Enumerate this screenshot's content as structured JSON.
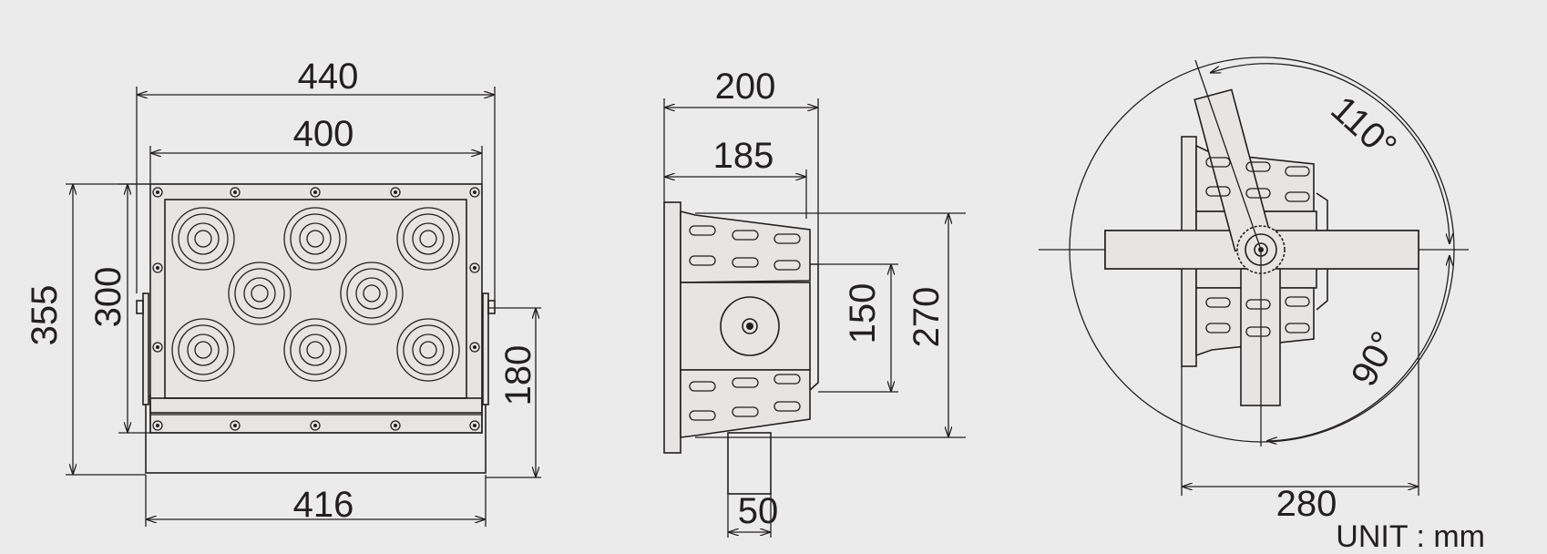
{
  "views": {
    "front": {
      "width_outer": "440",
      "width_inner": "400",
      "height_outer": "355",
      "height_inner": "300",
      "bracket_height": "180",
      "base_width": "416"
    },
    "side": {
      "depth_outer": "200",
      "depth_inner": "185",
      "height_mid": "150",
      "height_total": "270",
      "mount_width": "50"
    },
    "rotation": {
      "angle_up": "110°",
      "angle_down": "90°",
      "width": "280"
    }
  },
  "unit_label": "UNIT : mm",
  "colors": {
    "background": "#ebebeb",
    "line": "#231f20",
    "body_fill": "#e7e4e4"
  }
}
